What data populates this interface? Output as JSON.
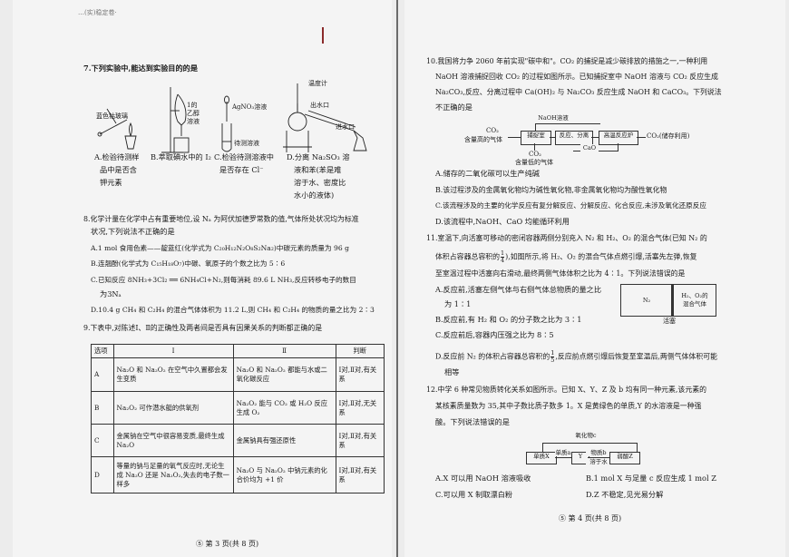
{
  "header_fragment": "…(实)稳定卷·",
  "left": {
    "q7": {
      "stem": "7.下列实验中,能达到实验目的的是",
      "apparatus_labels": {
        "a_1": "蓝色钴玻璃",
        "b_1": "1的",
        "b_2": "乙醇",
        "b_3": "溶液",
        "c_1": "AgNO₃溶液",
        "c_2": "待测溶液",
        "d_1": "温度计",
        "d_2": "出水口",
        "d_3": "进水口"
      },
      "options": {
        "a1": "A.检验待测样",
        "a2": "品中是否含",
        "a3": "钾元素",
        "b1": "B.萃取碘水中的 I₂",
        "c1": "C.检验待测溶液中",
        "c2": "是否存在 Cl⁻",
        "d1": "D.分离 Na₂SO₃ 溶",
        "d2": "液和苯(苯是难",
        "d3": "溶于水、密度比",
        "d4": "水小的液体)"
      }
    },
    "q8": {
      "l1": "8.化学计量在化学中占有重要地位,设 Nₐ 为阿伏加德罗常数的值,气体所处状况均为标准",
      "l2": "状况,下列说法不正确的是",
      "a": "A.1 mol 食用色素——靛蓝红(化学式为 C₂₀H₁₂N₂O₈S₂Na₂)中碳元素的质量为 96 g",
      "b": "B.连翘酚(化学式为 C₁₅H₁₈O₇)中碳、氧原子的个数之比为 5∶6",
      "c1": "C.已知反应 8NH₃+3Cl₂ ══ 6NH₄Cl+N₂,则每消耗 89.6 L NH₃,反应转移电子的数目",
      "c2": "为3Nₐ",
      "d": "D.10.4 g CH₄ 和 C₂H₄ 的混合气体体积为 11.2 L,则 CH₄ 和 C₂H₄ 的物质的量之比为 2∶3"
    },
    "q9": {
      "stem": "9.下表中,对陈述Ⅰ、Ⅱ的正确性及两者间是否具有因果关系的判断都正确的是",
      "headers": [
        "选项",
        "Ⅰ",
        "Ⅱ",
        "判断"
      ],
      "rows": [
        {
          "opt": "A",
          "i": "Na₂O 和 Na₂O₂ 在空气中久置都会发生变质",
          "ii": "Na₂O 和 Na₂O₂ 都能与水或二氧化碳反应",
          "judge": "Ⅰ对,Ⅱ对,有关系"
        },
        {
          "opt": "B",
          "i": "Na₂O₂ 可作潜水艇的供氧剂",
          "ii": "Na₂O₂ 能与 CO₂ 或 H₂O 反应生成 O₂",
          "judge": "Ⅰ对,Ⅱ对,无关系"
        },
        {
          "opt": "C",
          "i": "金属钠在空气中很容易变质,最终生成 Na₂O",
          "ii": "金属钠具有强还原性",
          "judge": "Ⅰ对,Ⅱ对,有关系"
        },
        {
          "opt": "D",
          "i": "等量的钠与足量的氧气反应时,无论生成 Na₂O 还是 Na₂O₂,失去的电子数一样多",
          "ii": "Na₂O 与 Na₂O₂ 中钠元素的化合价均为 +1 价",
          "judge": "Ⅰ对,Ⅱ对,有关系"
        }
      ]
    },
    "footer": "第 3 页(共 8 页)",
    "footer_circle": "⑤"
  },
  "right": {
    "q10": {
      "l1": "10.我国将力争 2060 年前实现\"碳中和\"。CO₂ 的捕捉是减少碳排放的措施之一,一种利用",
      "l2": "NaOH 溶液捕捉回收 CO₂ 的过程如图所示。已知捕捉室中 NaOH 溶液与 CO₂ 反应生成",
      "l3": "Na₂CO₃,反应、分离过程中 Ca(OH)₂ 与 Na₂CO₃ 反应生成 NaOH 和 CaCO₃。下列说法",
      "l4": "不正确的是",
      "diagram": {
        "in1": "CO₂",
        "in2": "含量高的气体",
        "capture": "捕捉室",
        "naoh": "NaOH溶液",
        "react": "反应、分离",
        "hightemp": "高温反应炉",
        "cao": "CaO",
        "out": "CO₂(储存利用)",
        "low1": "CO₂",
        "low2": "含量低的气体"
      },
      "a": "A.储存的二氧化碳可以生产纯碱",
      "b": "B.该过程涉及的金属氧化物均为碱性氧化物,非金属氧化物均为酸性氧化物",
      "c": "C.该流程涉及的主要的化学反应有复分解反应、分解反应、化合反应,未涉及氧化还原反应",
      "d": "D.该流程中,NaOH、CaO 均能循环利用"
    },
    "q11": {
      "l1": "11.室温下,向活塞可移动的密闭容器两侧分别充入 N₂ 和 H₂、O₂ 的混合气体(已知 N₂ 的",
      "l2a": "体积占容器总容积的",
      "frac_n": "1",
      "frac_d": "4",
      "l2b": "),如图所示,将 H₂、O₂ 的混合气体点燃引爆,活塞先左弹,恢复",
      "l3": "至室温过程中活塞向右滑动,最终两侧气体体积之比为 4∶1。下列说法错误的是",
      "a1": "A.反应前,活塞左侧气体与右侧气体总物质的量之比",
      "a2": "为 1∶1",
      "b": "B.反应前,有 H₂ 和 O₂ 的分子数之比为 3∶1",
      "c": "C.反应前后,容器内压强之比为 8∶5",
      "d1a": "D.反应前 N₂ 的体积占容器总容积的",
      "dfrac_n": "1",
      "dfrac_d": "5",
      "d1b": ",反应前点燃引爆后恢复至室温后,两侧气体体积可能",
      "d2": "相等",
      "box_left": "N₂",
      "box_right1": "H₂、O₂的",
      "box_right2": "混合气体",
      "piston": "活塞"
    },
    "q12": {
      "l1": "12.中学 6 种常见物质转化关系如图所示。已知 X、Y、Z 及 b 均有同一种元素,该元素的",
      "l2": "某核素质量数为 35,其中子数比质子数多 1。X 是黄绿色的单质,Y 的水溶液是一种强",
      "l3": "酸。下列说法错误的是",
      "diagram": {
        "top": "氧化物c",
        "x": "单质X",
        "a": "单质a",
        "y": "Y",
        "b": "物质b",
        "water": "溶于水",
        "z": "弱酸Z"
      },
      "a": "A.X 可以用 NaOH 溶液吸收",
      "b": "B.1 mol X 与足量 c 反应生成 1 mol Z",
      "c": "C.可以用 X 制取漂白粉",
      "d": "D.Z 不稳定,见光易分解"
    },
    "footer": "第 4 页(共 8 页)",
    "footer_circle": "⑤"
  }
}
